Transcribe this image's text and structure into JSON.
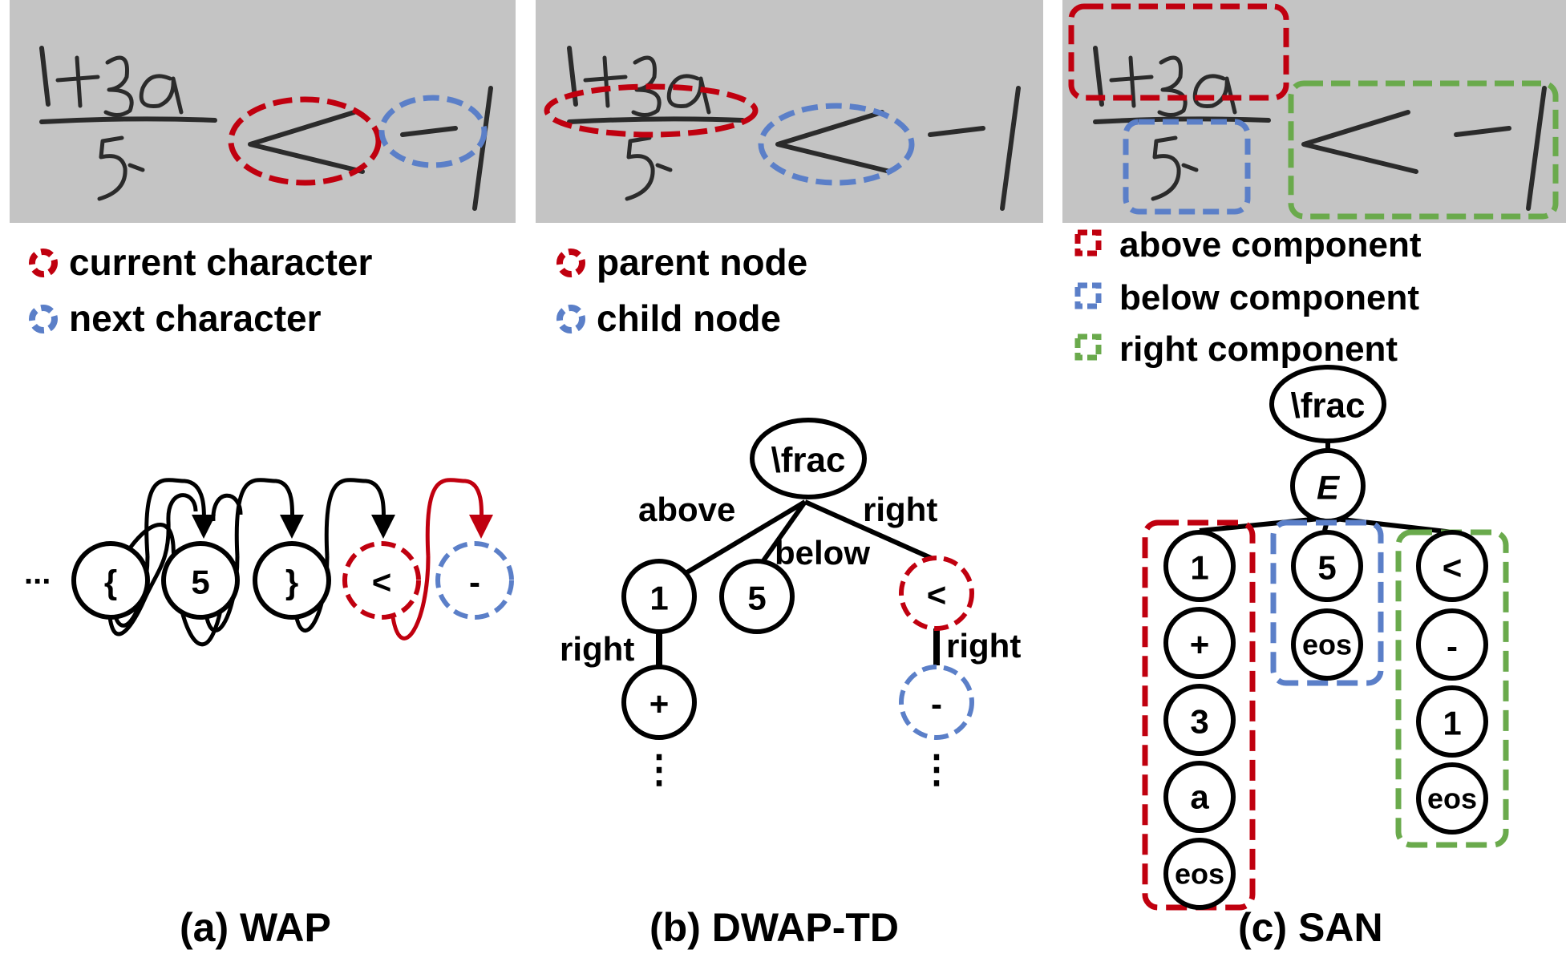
{
  "colors": {
    "red": "#c0000f",
    "blue": "#5b7fc8",
    "green": "#6aaa4c",
    "photo_bg": "#c4c4c4",
    "ink": "#000000"
  },
  "panel_a": {
    "legend": [
      "current character",
      "next character"
    ],
    "sequence": [
      "...",
      "{",
      "5",
      "}",
      "<",
      "-"
    ],
    "caption": "(a) WAP"
  },
  "panel_b": {
    "legend": [
      "parent node",
      "child node"
    ],
    "root": "\\frac",
    "edge_labels": [
      "above",
      "below",
      "right",
      "right",
      "right"
    ],
    "children": [
      "1",
      "5",
      "<"
    ],
    "grandchildren": [
      "+",
      "-"
    ],
    "ellipsis": [
      "⋮",
      "⋮"
    ],
    "caption": "(b) DWAP-TD"
  },
  "panel_c": {
    "legend": [
      "above component",
      "below component",
      "right component"
    ],
    "root": "\\frac",
    "struct": "E",
    "above_col": [
      "1",
      "+",
      "3",
      "a",
      "eos"
    ],
    "below_col": [
      "5",
      "eos"
    ],
    "right_col": [
      "<",
      "-",
      "1",
      "eos"
    ],
    "caption": "(c) SAN"
  }
}
